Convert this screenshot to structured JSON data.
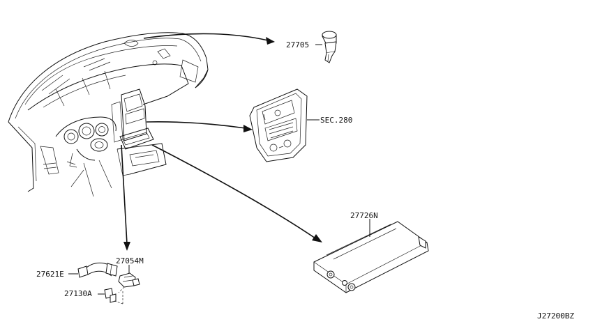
{
  "parts": {
    "clip": "27705",
    "section_ref": "SEC.280",
    "control_unit": "27726N",
    "hose_assembly": "27621E",
    "sensor": "27054M",
    "clip_small": "27130A"
  },
  "diagram_code": "J27200BZ"
}
